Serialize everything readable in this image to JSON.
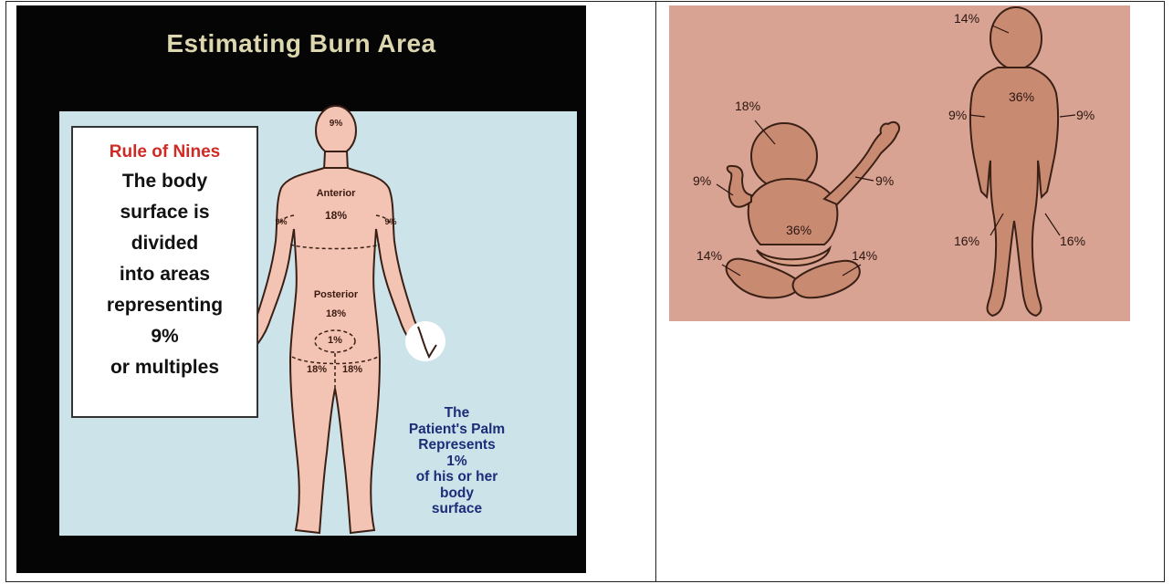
{
  "left_slide": {
    "title": "Estimating Burn Area",
    "rule_box": {
      "heading": "Rule of Nines",
      "lines": [
        "The body",
        "surface is",
        "divided",
        "into areas",
        "representing",
        "9%",
        "or multiples"
      ]
    },
    "figure_labels": {
      "head": "9%",
      "anterior": "Anterior",
      "anterior_pct": "18%",
      "left_arm": "9%",
      "right_arm": "9%",
      "posterior": "Posterior",
      "posterior_pct": "18%",
      "groin": "1%",
      "left_leg": "18%",
      "right_leg": "18%"
    },
    "palm_note": [
      "The",
      "Patient's Palm",
      "Represents",
      "1%",
      "of his or her",
      "body",
      "surface"
    ]
  },
  "right_image": {
    "infant": {
      "head": "18%",
      "left_arm": "9%",
      "right_arm": "9%",
      "trunk": "36%",
      "left_leg": "14%",
      "right_leg": "14%"
    },
    "child": {
      "head": "14%",
      "trunk": "36%",
      "left_arm": "9%",
      "right_arm": "9%",
      "left_leg": "16%",
      "right_leg": "16%"
    }
  }
}
